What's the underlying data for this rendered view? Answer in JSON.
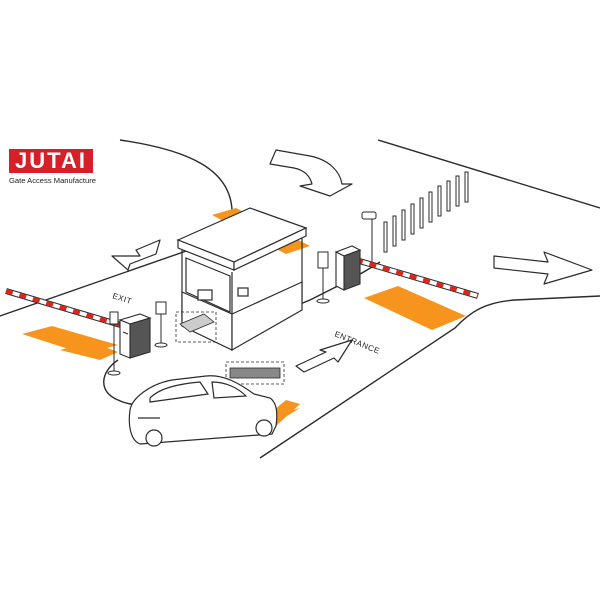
{
  "brand": {
    "logo_text": "JUTAI",
    "tagline": "Gate Access Manufacture",
    "logo_color": "#d61f26"
  },
  "labels": {
    "exit": "EXIT",
    "entrance": "ENTRANCE"
  },
  "colors": {
    "loop_detector": "#f7941d",
    "barrier_stripe": "#e2231a",
    "line": "#2b2b2b",
    "arrow_fill": "#ffffff"
  }
}
